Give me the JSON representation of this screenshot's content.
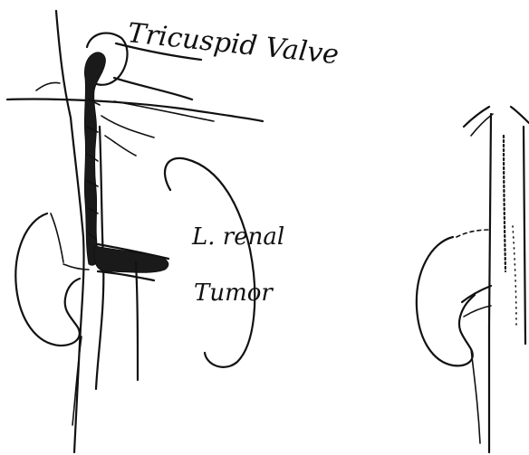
{
  "labels": {
    "tricuspid": "Tricuspid Valve",
    "renal": "L. renal",
    "tumor": "Tumor"
  },
  "colors": {
    "ink": "#111111",
    "background": "#ffffff"
  }
}
